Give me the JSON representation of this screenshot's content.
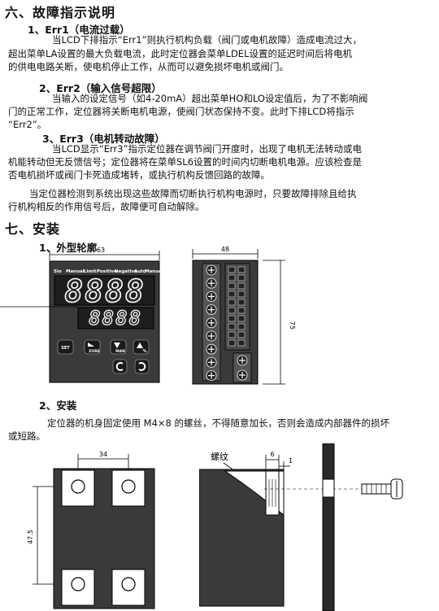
{
  "section6": {
    "title": "六、故障指示说明",
    "err1": {
      "heading": "1、Err1（电流过载）",
      "line1": "当LCD下排指示“Err1”则执行机构负载（阀门或电机故障）造成电流过大，",
      "line2": "超出菜单LA设置的最大负载电流，此时定位器会菜单LDEL设置的延迟时间后将电机",
      "line3": "的供电电路关断，使电机停止工作，从而可以避免损坏电机或阀门。"
    },
    "err2": {
      "heading": "2、Err2（输入信号超限）",
      "line1": "当输入的设定信号（如4-20mA）超出菜单HO和LO设定值后，为了不影响阀",
      "line2": "门的正常工作，定位器将关断电机电源，使阀门状态保持不变。此时下排LCD将指示",
      "line3": "“Err2”。"
    },
    "err3": {
      "heading": "3、Err3（电机转动故障）",
      "line1": "当LCD显示“Err3”指示定位器在调节阀门开度时，出现了电机无法转动或电",
      "line2": "机能转动但无反馈信号；定位器将在菜单SL6设置的时间内切断电机电源。应该检查是",
      "line3": "否电机损坏或阀门卡死造成堵转，或执行机构反馈回路的故障。"
    },
    "summary": {
      "line1": "当定位器检测到系统出现这些故障而切断执行机构电源时，只要故障排除且给执",
      "line2": "行机构相反的作用信号后，故障便可自动解除。"
    }
  },
  "section7": {
    "title": "七、安装",
    "outline_heading": "1、外型轮廓",
    "install_heading": "2、安装",
    "install_line1": "定位器的机身固定使用 M4×8 的螺丝，不得随意加长，否则会造成内部器件的损坏",
    "install_line2": "或短路。"
  },
  "front_panel": {
    "width_dim": "63",
    "status_labels": [
      "Sio",
      "Manual",
      "Limit",
      "Positive",
      "Negative",
      "Auto",
      "Manual"
    ],
    "upper_display": "8888",
    "lower_display": "8888",
    "btn_set": "SET",
    "btn_zore": "ZORE",
    "btn_man": "MAN",
    "btn_pct": "%"
  },
  "side_view": {
    "width_dim": "48",
    "height_dim": "75"
  },
  "mount_plate": {
    "width_dim": "34",
    "height_dim": "47.5"
  },
  "side_mount": {
    "thread_label": "螺纹",
    "dim_6": "6",
    "dim_1": "1"
  }
}
